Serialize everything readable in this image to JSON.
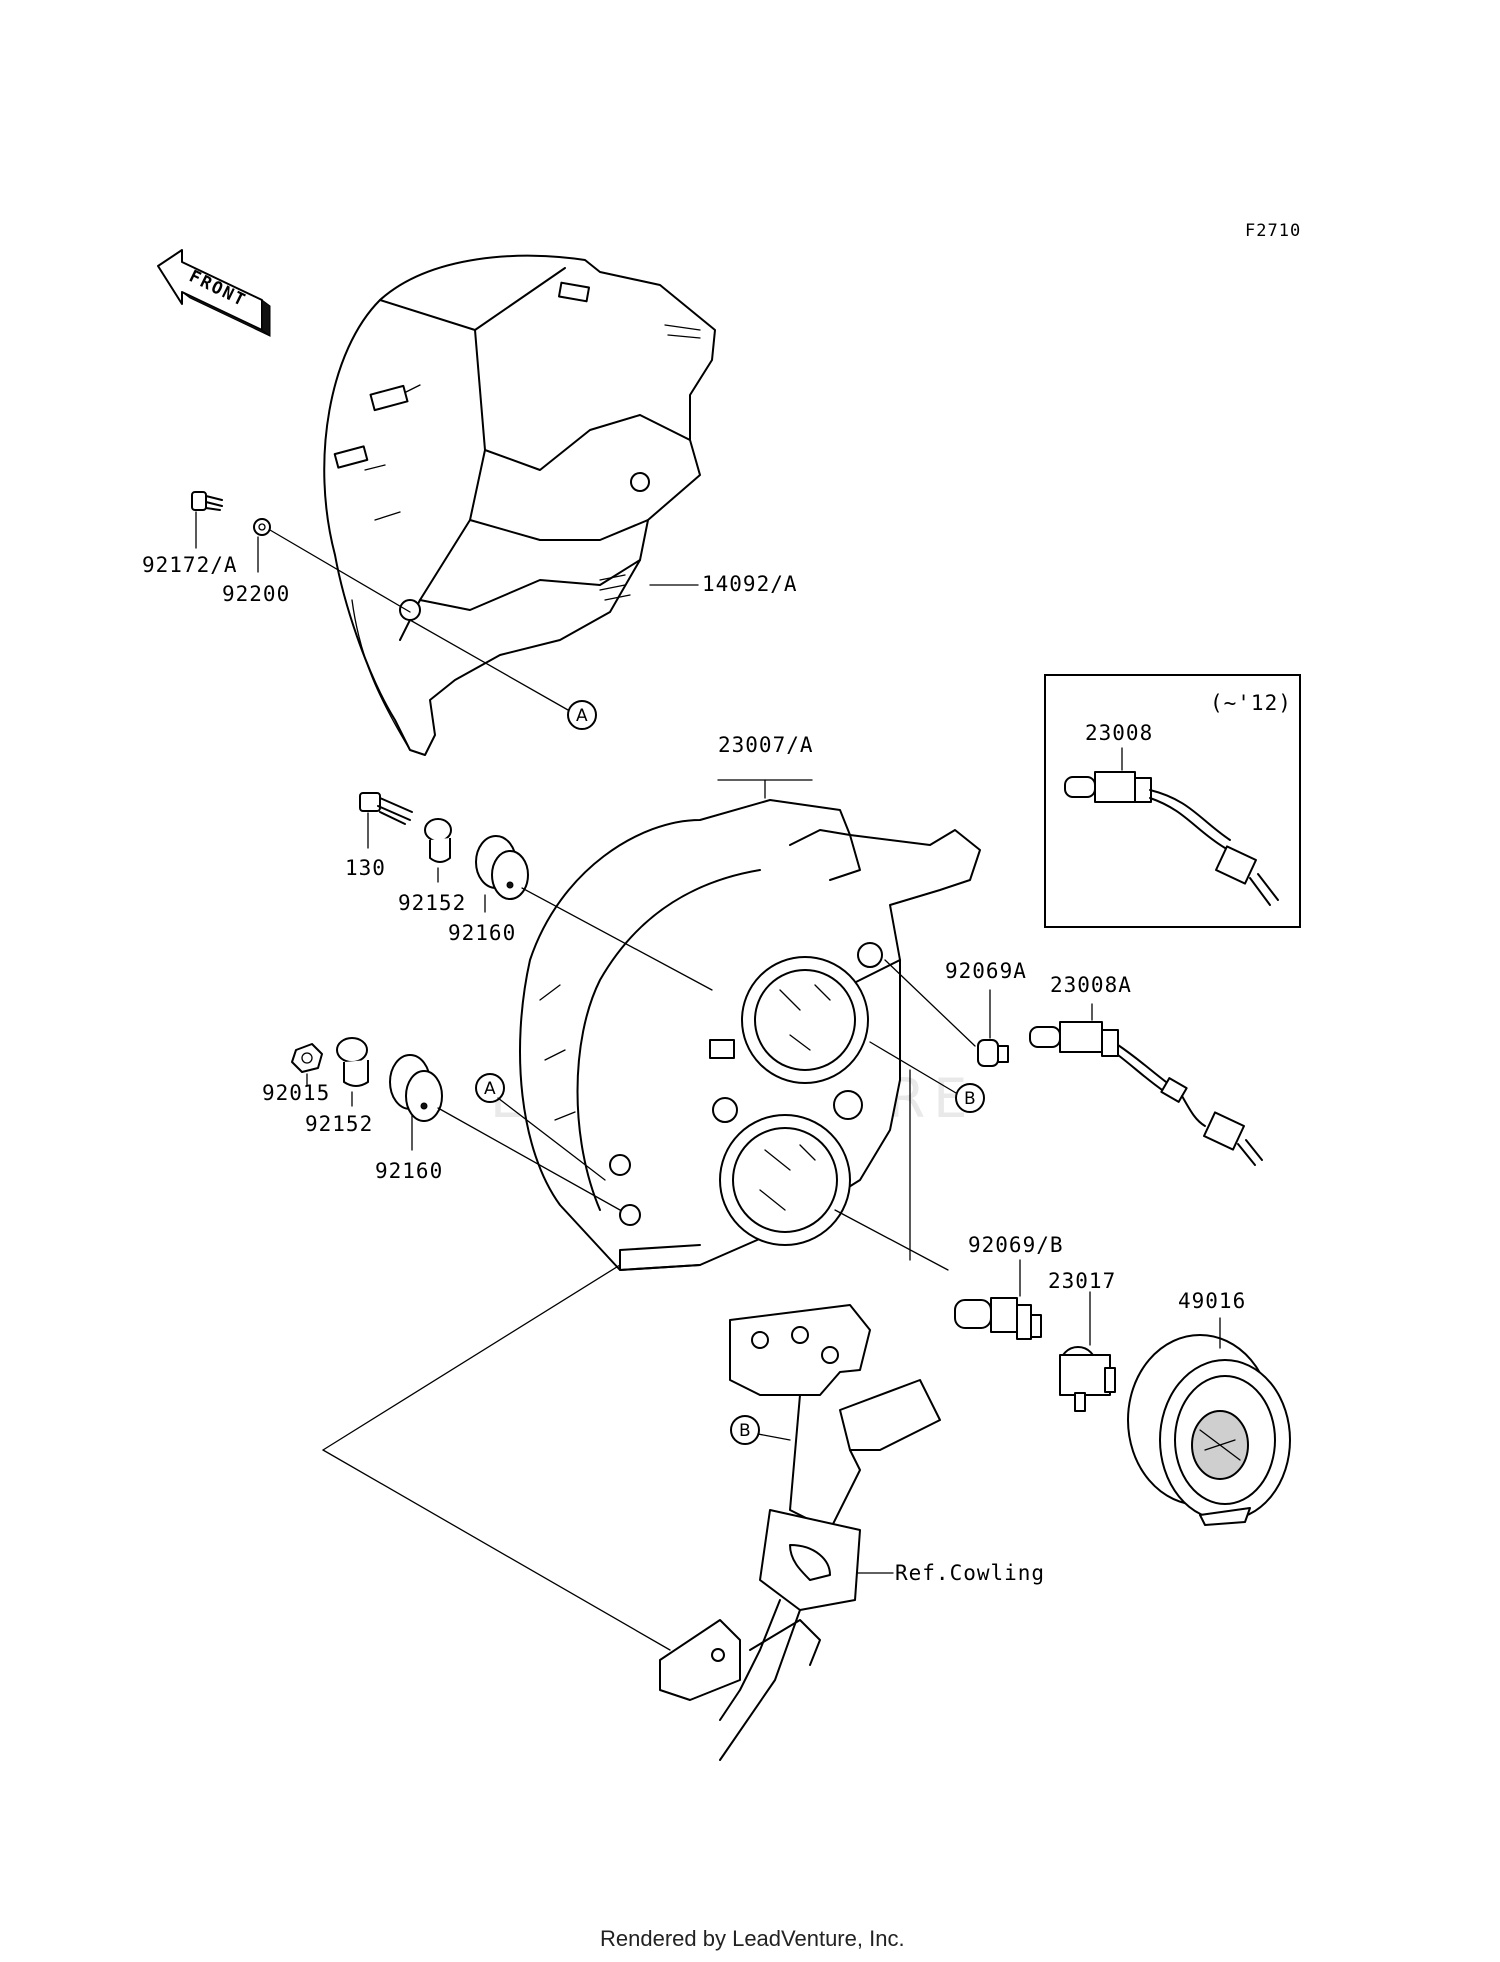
{
  "figure_code": "F2710",
  "front_arrow_label": "FRONT",
  "parts": {
    "p92172A": "92172/A",
    "p92200": "92200",
    "p14092A": "14092/A",
    "p23007A": "23007/A",
    "p130": "130",
    "p92152a": "92152",
    "p92160a": "92160",
    "p92015": "92015",
    "p92152b": "92152",
    "p92160b": "92160",
    "p92069A": "92069A",
    "p23008": "23008",
    "p23008A": "23008A",
    "p92069B": "92069/B",
    "p23017": "23017",
    "p49016": "49016",
    "ref_cowling": "Ref.Cowling"
  },
  "inset_note": "(~'12)",
  "refs": {
    "a1": "A",
    "a2": "A",
    "b1": "B",
    "b2": "B"
  },
  "watermark": "LEADVENTURE",
  "footer": "Rendered by LeadVenture, Inc."
}
